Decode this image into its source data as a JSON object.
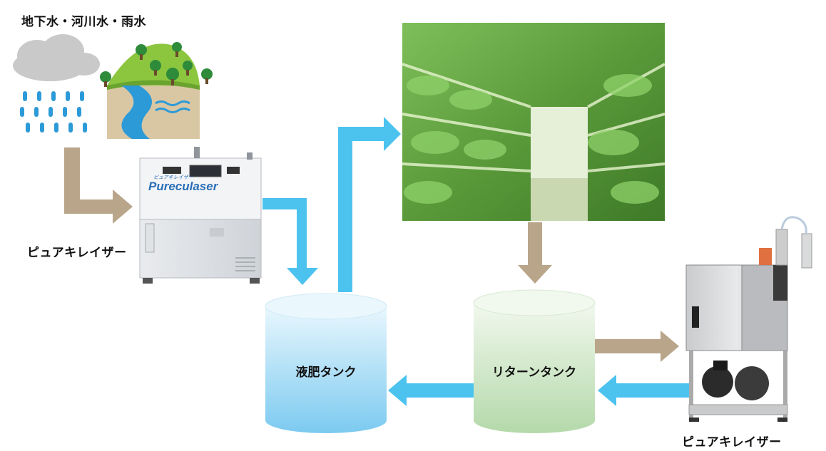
{
  "water_sources_label": "地下水・河川水・雨水",
  "purifier_left_label": "ピュアキレイザー",
  "purifier_right_label": "ピュアキレイザー",
  "machine_brand": "Pureculaser",
  "machine_brand_kana": "ピュアキレイザー",
  "tank_fertilizer_label": "液肥タンク",
  "tank_return_label": "リターンタンク",
  "colors": {
    "blue_arrow": "#4cc3ee",
    "brown_arrow": "#b9a68a",
    "tank_blue": "#8fd3f2",
    "tank_green": "#bfe0b6"
  }
}
